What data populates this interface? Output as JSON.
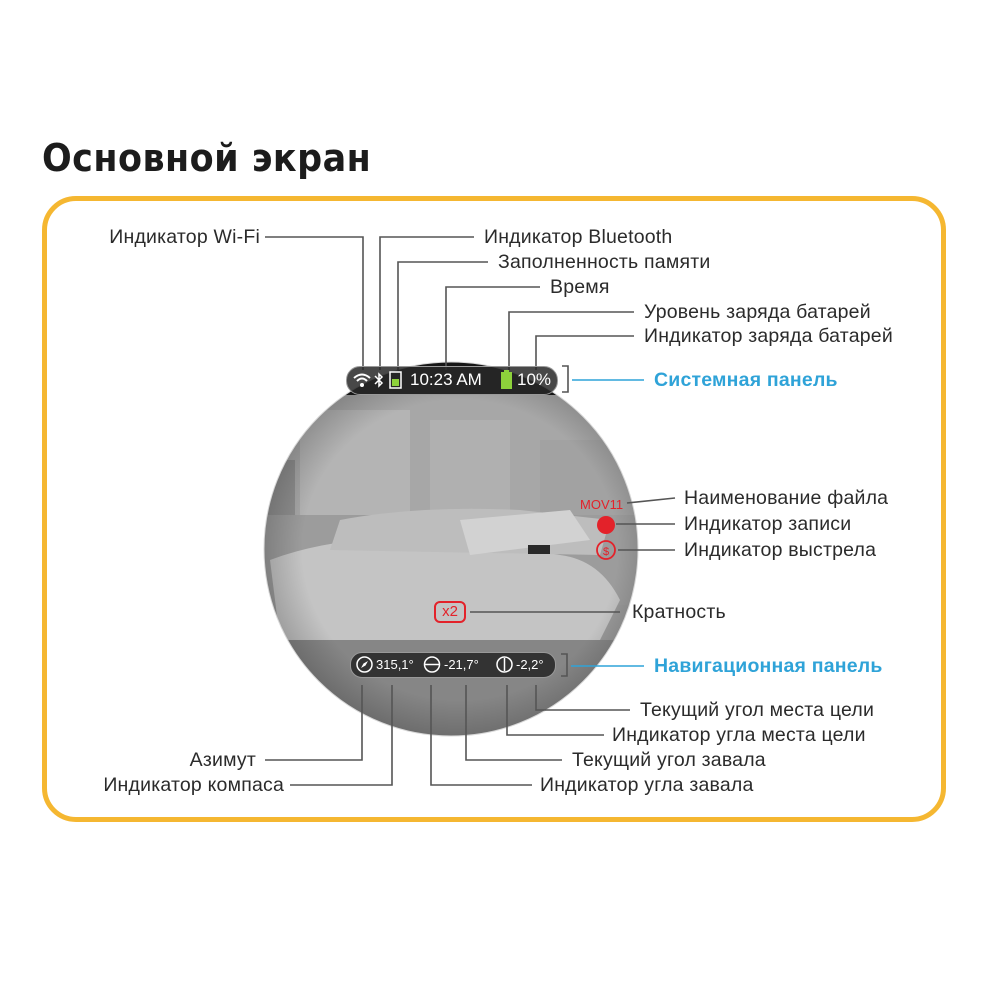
{
  "title": "Основной экран",
  "colors": {
    "frame": "#f5b731",
    "accent_blue": "#2fa3d8",
    "record_red": "#e3222a",
    "battery_green": "#8dd13b"
  },
  "status_bar": {
    "time": "10:23 AM",
    "battery": "10%"
  },
  "nav_bar": {
    "azimuth": "315,1°",
    "roll": "-21,7°",
    "elevation": "-2,2°"
  },
  "overlay": {
    "file_name": "MOV11",
    "zoom": "x2"
  },
  "labels": {
    "wifi": "Индикатор Wi-Fi",
    "bluetooth": "Индикатор Bluetooth",
    "memory": "Заполненность памяти",
    "time": "Время",
    "battery_level": "Уровень заряда батарей",
    "battery_indicator": "Индикатор заряда батарей",
    "system_panel": "Системная панель",
    "file_name": "Наименование файла",
    "record_indicator": "Индикатор записи",
    "shot_indicator": "Индикатор выстрела",
    "zoom": "Кратность",
    "nav_panel": "Навигационная панель",
    "elevation_current": "Текущий угол места цели",
    "elevation_indicator": "Индикатор угла места цели",
    "roll_current": "Текущий угол завала",
    "roll_indicator": "Индикатор угла завала",
    "azimuth": "Азимут",
    "compass_indicator": "Индикатор компаса"
  },
  "icons": [
    "wifi-icon",
    "bluetooth-icon",
    "memory-icon",
    "battery-icon",
    "record-icon",
    "shot-icon",
    "compass-icon",
    "roll-icon",
    "elevation-icon"
  ]
}
